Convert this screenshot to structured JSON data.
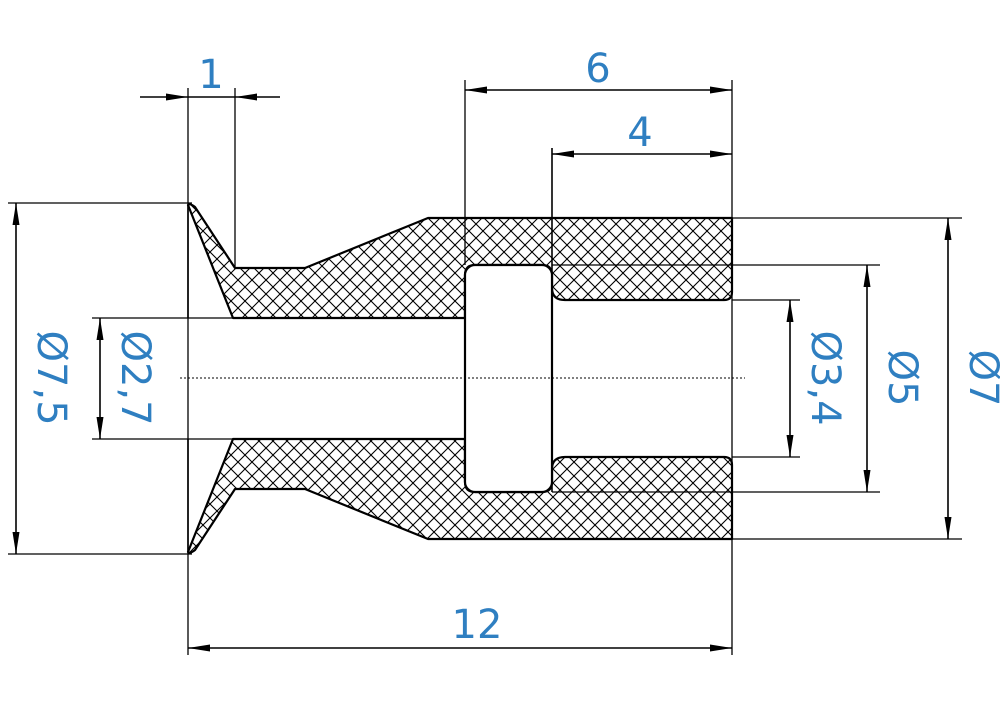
{
  "colors": {
    "dimension_text": "#2f7fc1",
    "line": "#000000",
    "background": "#ffffff"
  },
  "dimensions": {
    "lip_thickness": "1",
    "counterbore_depth_outer": "6",
    "counterbore_depth_inner": "4",
    "total_length": "12",
    "lip_diameter": "Ø7,5",
    "through_bore_diameter": "Ø2,7",
    "inner_step_diameter": "Ø3,4",
    "counterbore_diameter": "Ø5",
    "outer_diameter": "Ø7"
  }
}
